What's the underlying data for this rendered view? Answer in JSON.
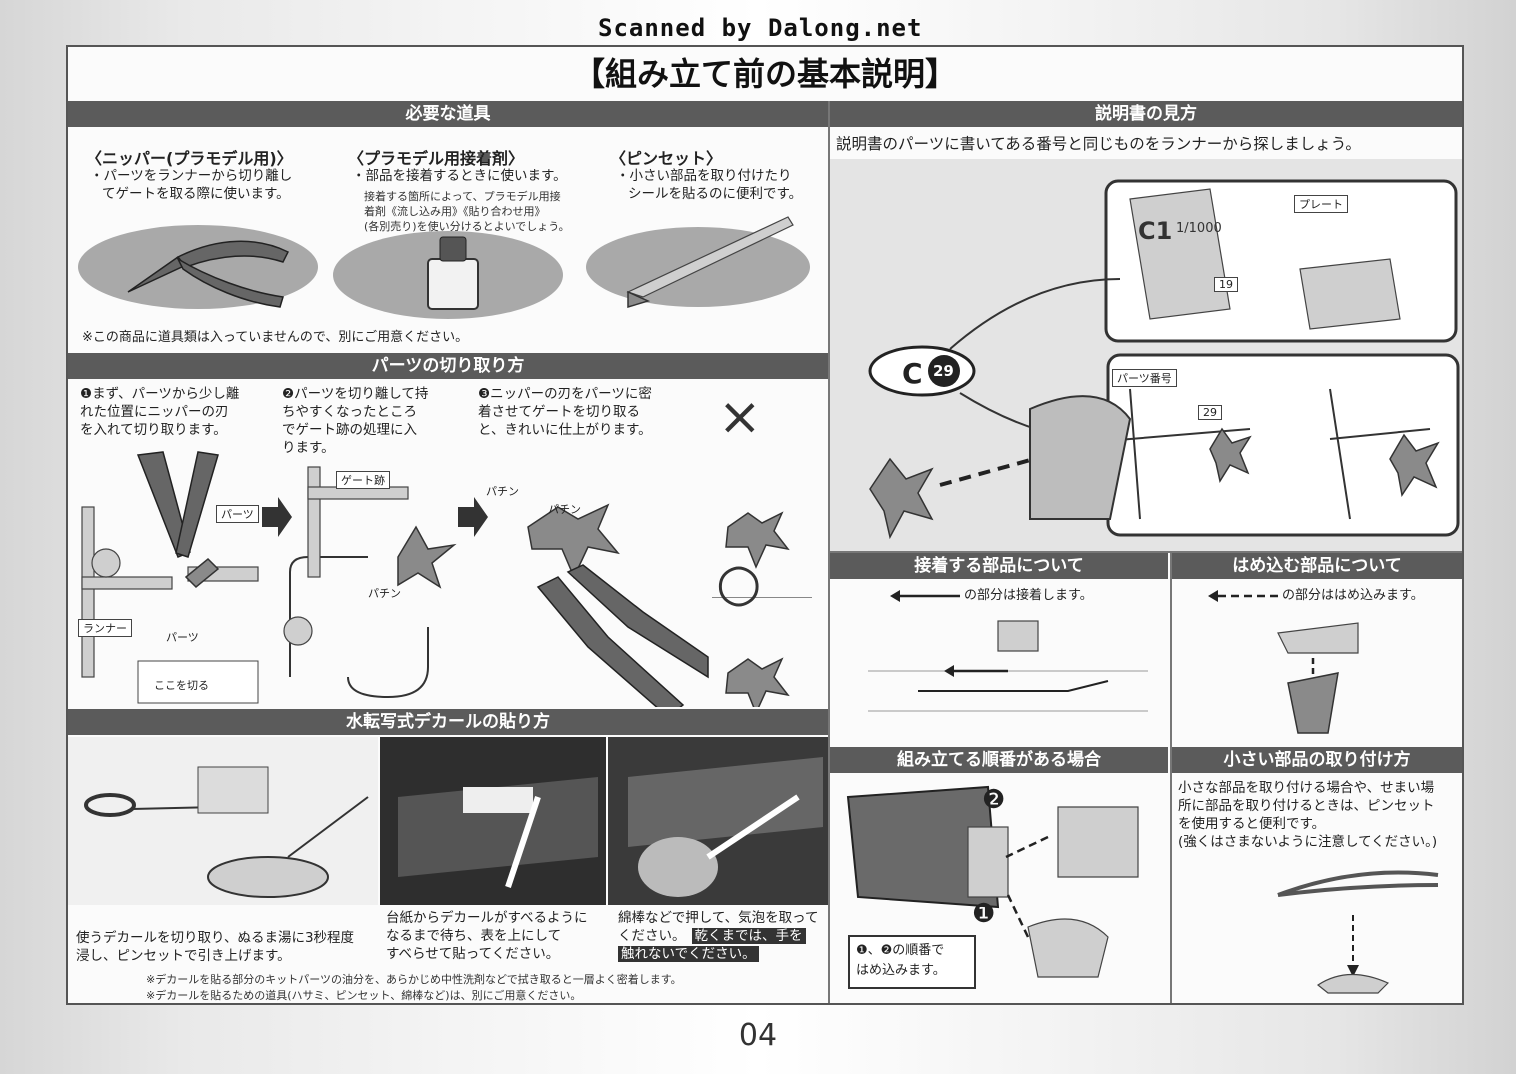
{
  "header": {
    "scanned": "Scanned by Dalong.net",
    "title": "【組み立て前の基本説明】"
  },
  "tools": {
    "banner": "必要な道具",
    "nipper": {
      "title": "〈ニッパー(プラモデル用)〉",
      "desc1": "・パーツをランナーから切り離し",
      "desc2": "てゲートを取る際に使います。"
    },
    "glue": {
      "title": "〈プラモデル用接着剤〉",
      "desc1": "・部品を接着するときに使います。",
      "note1": "接着する箇所によって、プラモデル用接",
      "note2": "着剤《流し込み用》《貼り合わせ用》",
      "note3": "(各別売り)を使い分けるとよいでしょう。"
    },
    "tweezers": {
      "title": "〈ピンセット〉",
      "desc1": "・小さい部品を取り付けたり",
      "desc2": "シールを貼るのに便利です。"
    },
    "note": "※この商品に道具類は入っていませんので、別にご用意ください。"
  },
  "cutting": {
    "banner": "パーツの切り取り方",
    "step1": [
      "❶まず、パーツから少し離",
      "れた位置にニッパーの刃",
      "を入れて切り取ります。"
    ],
    "step2": [
      "❷パーツを切り離して持",
      "ちやすくなったところ",
      "でゲート跡の処理に入",
      "ります。"
    ],
    "step3": [
      "❸ニッパーの刃をパーツに密",
      "着させてゲートを切り取る",
      "と、きれいに仕上がります。"
    ],
    "labels": {
      "parts": "パーツ",
      "runner": "ランナー",
      "parts2": "パーツ",
      "cut_here": "ここを切る",
      "gate": "ゲート跡",
      "snip": "パチン",
      "snip2": "パチン",
      "snip3": "パチン"
    },
    "wrong": "×",
    "right": "○"
  },
  "decal": {
    "banner": "水転写式デカールの貼り方",
    "step1": [
      "使うデカールを切り取り、ぬるま湯に3秒程度",
      "浸し、ピンセットで引き上げます。"
    ],
    "step2": [
      "台紙からデカールがすべるように",
      "なるまで待ち、表を上にして",
      "すべらせて貼ってください。"
    ],
    "step3": [
      "綿棒などで押して、気泡を取って",
      "ください。"
    ],
    "warn1": "乾くまでは、手を",
    "warn2": "触れないでください。",
    "note1": "※デカールを貼る部分のキットパーツの油分を、あらかじめ中性洗剤などで拭き取ると一層よく密着します。",
    "note2": "※デカールを貼るための道具(ハサミ、ピンセット、綿棒など)は、別にご用意ください。"
  },
  "manual": {
    "banner": "説明書の見方",
    "desc": "説明書のパーツに書いてある番号と同じものをランナーから探しましょう。",
    "plate_label": "プレート",
    "partnum_label": "パーツ番号",
    "callout_letter": "C",
    "callout_num": "29",
    "plate_text": "C1",
    "scale": "1/1000",
    "tag19": "19",
    "tag29": "29"
  },
  "glued": {
    "banner": "接着する部品について",
    "legend": "の部分は接着します。"
  },
  "fitted": {
    "banner": "はめ込む部品について",
    "legend": "の部分ははめ込みます。"
  },
  "order": {
    "banner": "組み立てる順番がある場合",
    "n1": "❶",
    "n2": "❷",
    "box1": "❶、❷の順番で",
    "box2": "はめ込みます。"
  },
  "small": {
    "banner": "小さい部品の取り付け方",
    "text": [
      "小さな部品を取り付ける場合や、せまい場",
      "所に部品を取り付けるときは、ピンセット",
      "を使用すると便利です。",
      "(強くはさまないように注意してください。)"
    ]
  },
  "page": {
    "number": "04"
  }
}
